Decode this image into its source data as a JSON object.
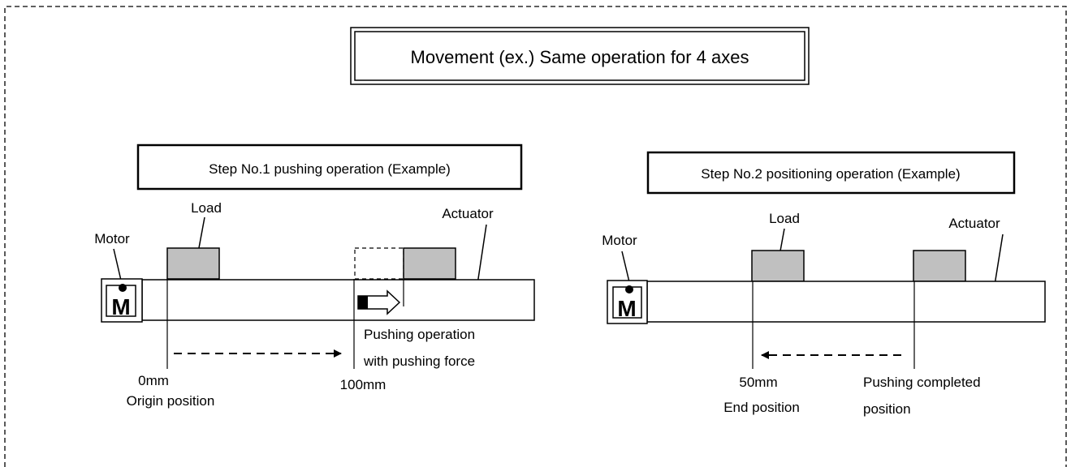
{
  "title": "Movement (ex.) Same operation for 4 axes",
  "step1": {
    "title": "Step No.1 pushing operation (Example)",
    "motor_label": "Motor",
    "motor_glyph": "M",
    "load_label": "Load",
    "actuator_label": "Actuator",
    "start_position": {
      "value": "0mm",
      "caption": "Origin position"
    },
    "end_position": {
      "value": "100mm"
    },
    "push_note": [
      "Pushing operation",
      "with pushing force"
    ]
  },
  "step2": {
    "title": "Step No.2 positioning operation (Example)",
    "motor_label": "Motor",
    "motor_glyph": "M",
    "load_label": "Load",
    "actuator_label": "Actuator",
    "target_position": {
      "value": "50mm",
      "caption": "End position"
    },
    "start_position": {
      "caption": [
        "Pushing completed",
        "position"
      ]
    }
  },
  "colors": {
    "load_fill": "#c0c0c0",
    "line": "#000000",
    "background": "#ffffff"
  }
}
